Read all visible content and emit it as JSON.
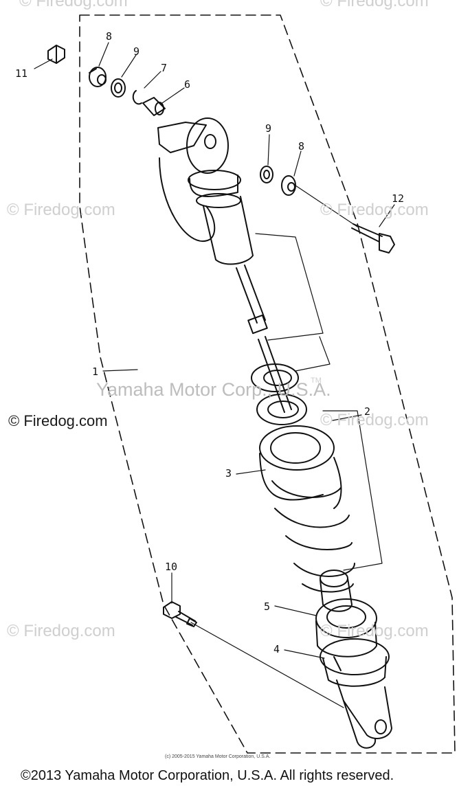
{
  "watermarks": {
    "firedog": "© Firedog.com",
    "yamaha": "Yamaha Motor Corp., U.S.A.",
    "tm": "TM"
  },
  "callouts": [
    "8",
    "9",
    "7",
    "6",
    "11",
    "9",
    "8",
    "12",
    "1",
    "2",
    "3",
    "10",
    "5",
    "4"
  ],
  "copyright_small": "(c) 2005-2015 Yamaha Motor Corporation, U.S.A.",
  "copyright_footer": "©2013 Yamaha Motor Corporation, U.S.A. All rights reserved."
}
